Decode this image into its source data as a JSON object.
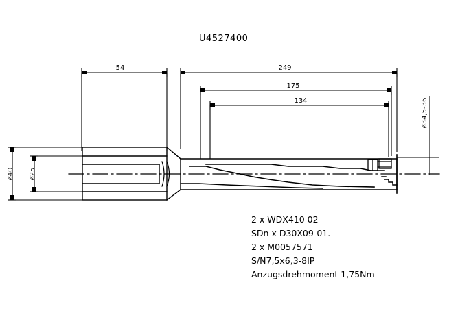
{
  "drawing": {
    "title": "U4527400",
    "part_type": "indexable-insert-drill",
    "background_color": "#ffffff",
    "line_color": "#000000"
  },
  "dimensions": {
    "top": [
      {
        "name": "shank-length",
        "label": "54"
      },
      {
        "name": "overall-length",
        "label": "249"
      },
      {
        "name": "body-length",
        "label": "175"
      },
      {
        "name": "flute-length",
        "label": "134"
      }
    ],
    "left": [
      {
        "name": "shank-outer-diameter",
        "label": "ø40"
      },
      {
        "name": "shank-bore-diameter",
        "label": "ø25"
      }
    ],
    "right": [
      {
        "name": "cutting-diameter",
        "label": "ø34,5-36"
      }
    ]
  },
  "notes": {
    "lines": [
      "2 x WDX410 02",
      "SDn x D30X09-01.",
      "2 x M0057571",
      "S/N7,5x6,3-8IP",
      "Anzugsdrehmoment 1,75Nm"
    ]
  }
}
